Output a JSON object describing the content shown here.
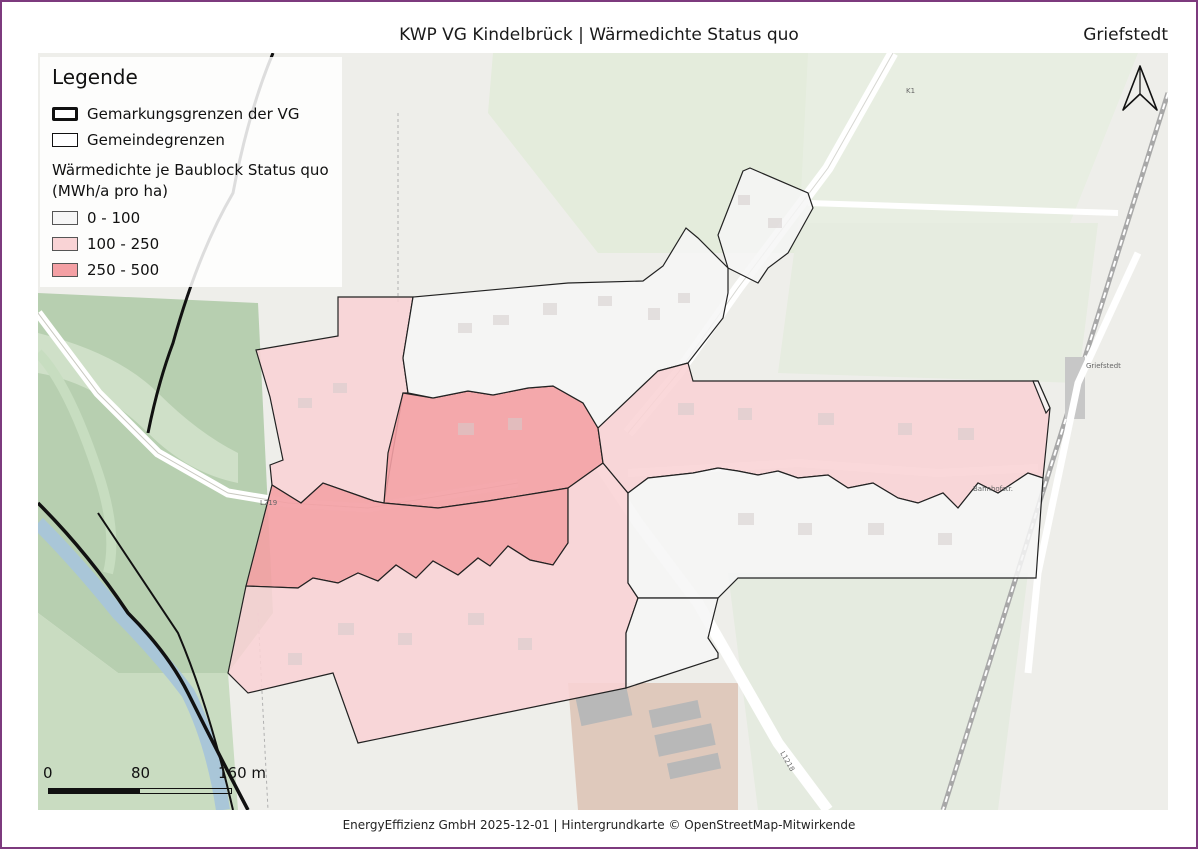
{
  "header": {
    "title": "KWP VG Kindelbrück | Wärmedichte Status quo",
    "place": "Griefstedt"
  },
  "legend": {
    "title": "Legende",
    "boundary_vg": "Gemarkungsgrenzen der VG",
    "boundary_municipal": "Gemeindegrenzen",
    "density_heading_line1": "Wärmedichte je Baublock Status quo",
    "density_heading_line2": "(MWh/a pro ha)",
    "classes": [
      {
        "label": "0 - 100",
        "color": "#f6f6f6"
      },
      {
        "label": "100 - 250",
        "color": "#f9d3d5"
      },
      {
        "label": "250 - 500",
        "color": "#f4a0a4"
      }
    ]
  },
  "map": {
    "road_labels": [
      "L219",
      "L1218",
      "K1",
      "Bahnhofstr.",
      "Griefstedt"
    ]
  },
  "scale": {
    "labels": [
      "0",
      "80",
      "160 m"
    ]
  },
  "footer": {
    "credit": "EnergyEffizienz GmbH   2025-12-01  | Hintergrundkarte © OpenStreetMap-Mitwirkende"
  },
  "colors": {
    "frame": "#7d3a7e",
    "outline": "#222222"
  }
}
